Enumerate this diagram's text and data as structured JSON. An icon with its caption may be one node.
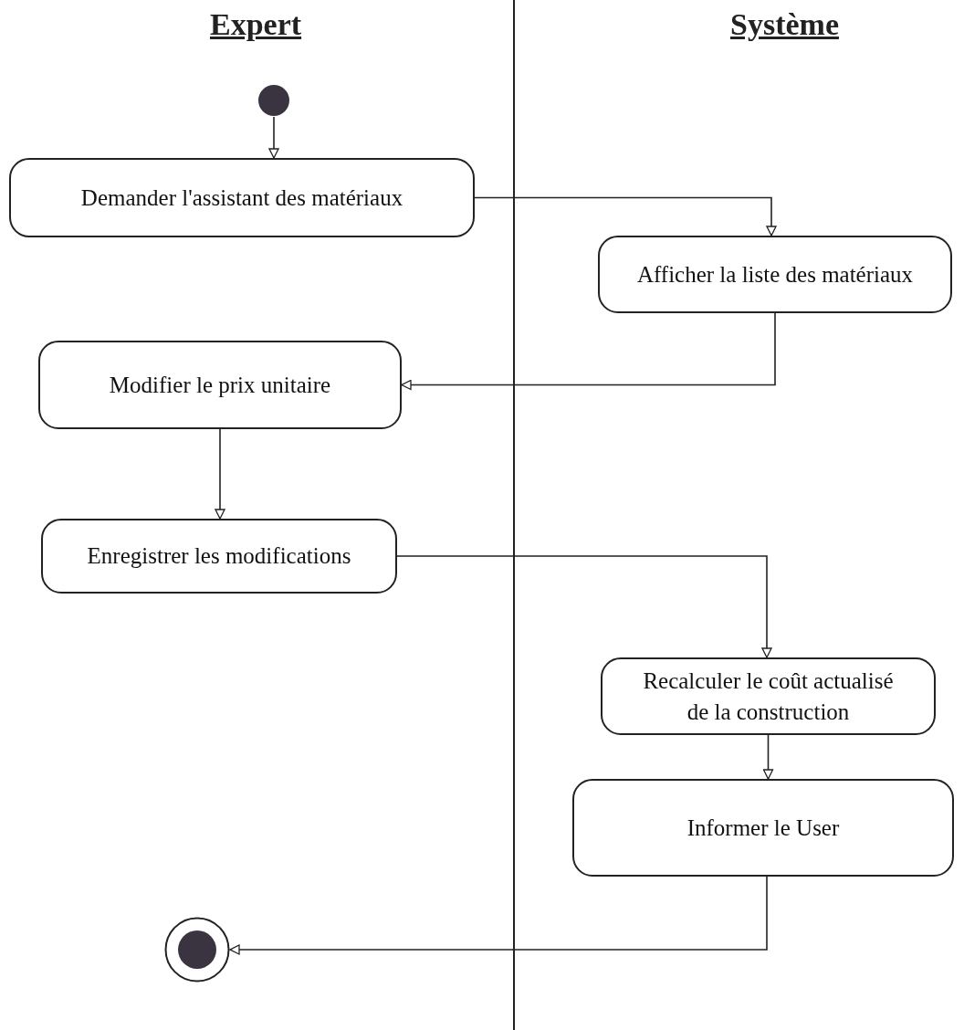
{
  "diagram": {
    "nodes": [
      {
        "text": [],
        "shape": "circle"
      },
      {
        "text": [
          "Demander l'assistant des matériaux"
        ]
      },
      {
        "text": [
          "Afficher la liste des matériaux"
        ]
      },
      {
        "text": [
          "Modifier le prix unitaire"
        ]
      },
      {
        "text": [
          "Enregistrer les modifications"
        ]
      },
      {
        "text": [
          "Recalculer le coût actualisé de la construction"
        ]
      },
      {
        "text": [
          "Informer le User"
        ]
      },
      {
        "text": [],
        "shape": "bullseye"
      }
    ],
    "edges": [
      {
        "from": 0,
        "to": 1,
        "arrow": "to"
      },
      {
        "from": 1,
        "to": 2,
        "arrow": "to"
      },
      {
        "from": 2,
        "to": 3,
        "arrow": "to"
      },
      {
        "from": 3,
        "to": 4,
        "arrow": "to"
      },
      {
        "from": 4,
        "to": 5,
        "arrow": "to"
      },
      {
        "from": 5,
        "to": 6,
        "arrow": "to"
      },
      {
        "from": 6,
        "to": 7,
        "arrow": "to"
      }
    ],
    "labels": [
      "Expert",
      "Système"
    ]
  }
}
